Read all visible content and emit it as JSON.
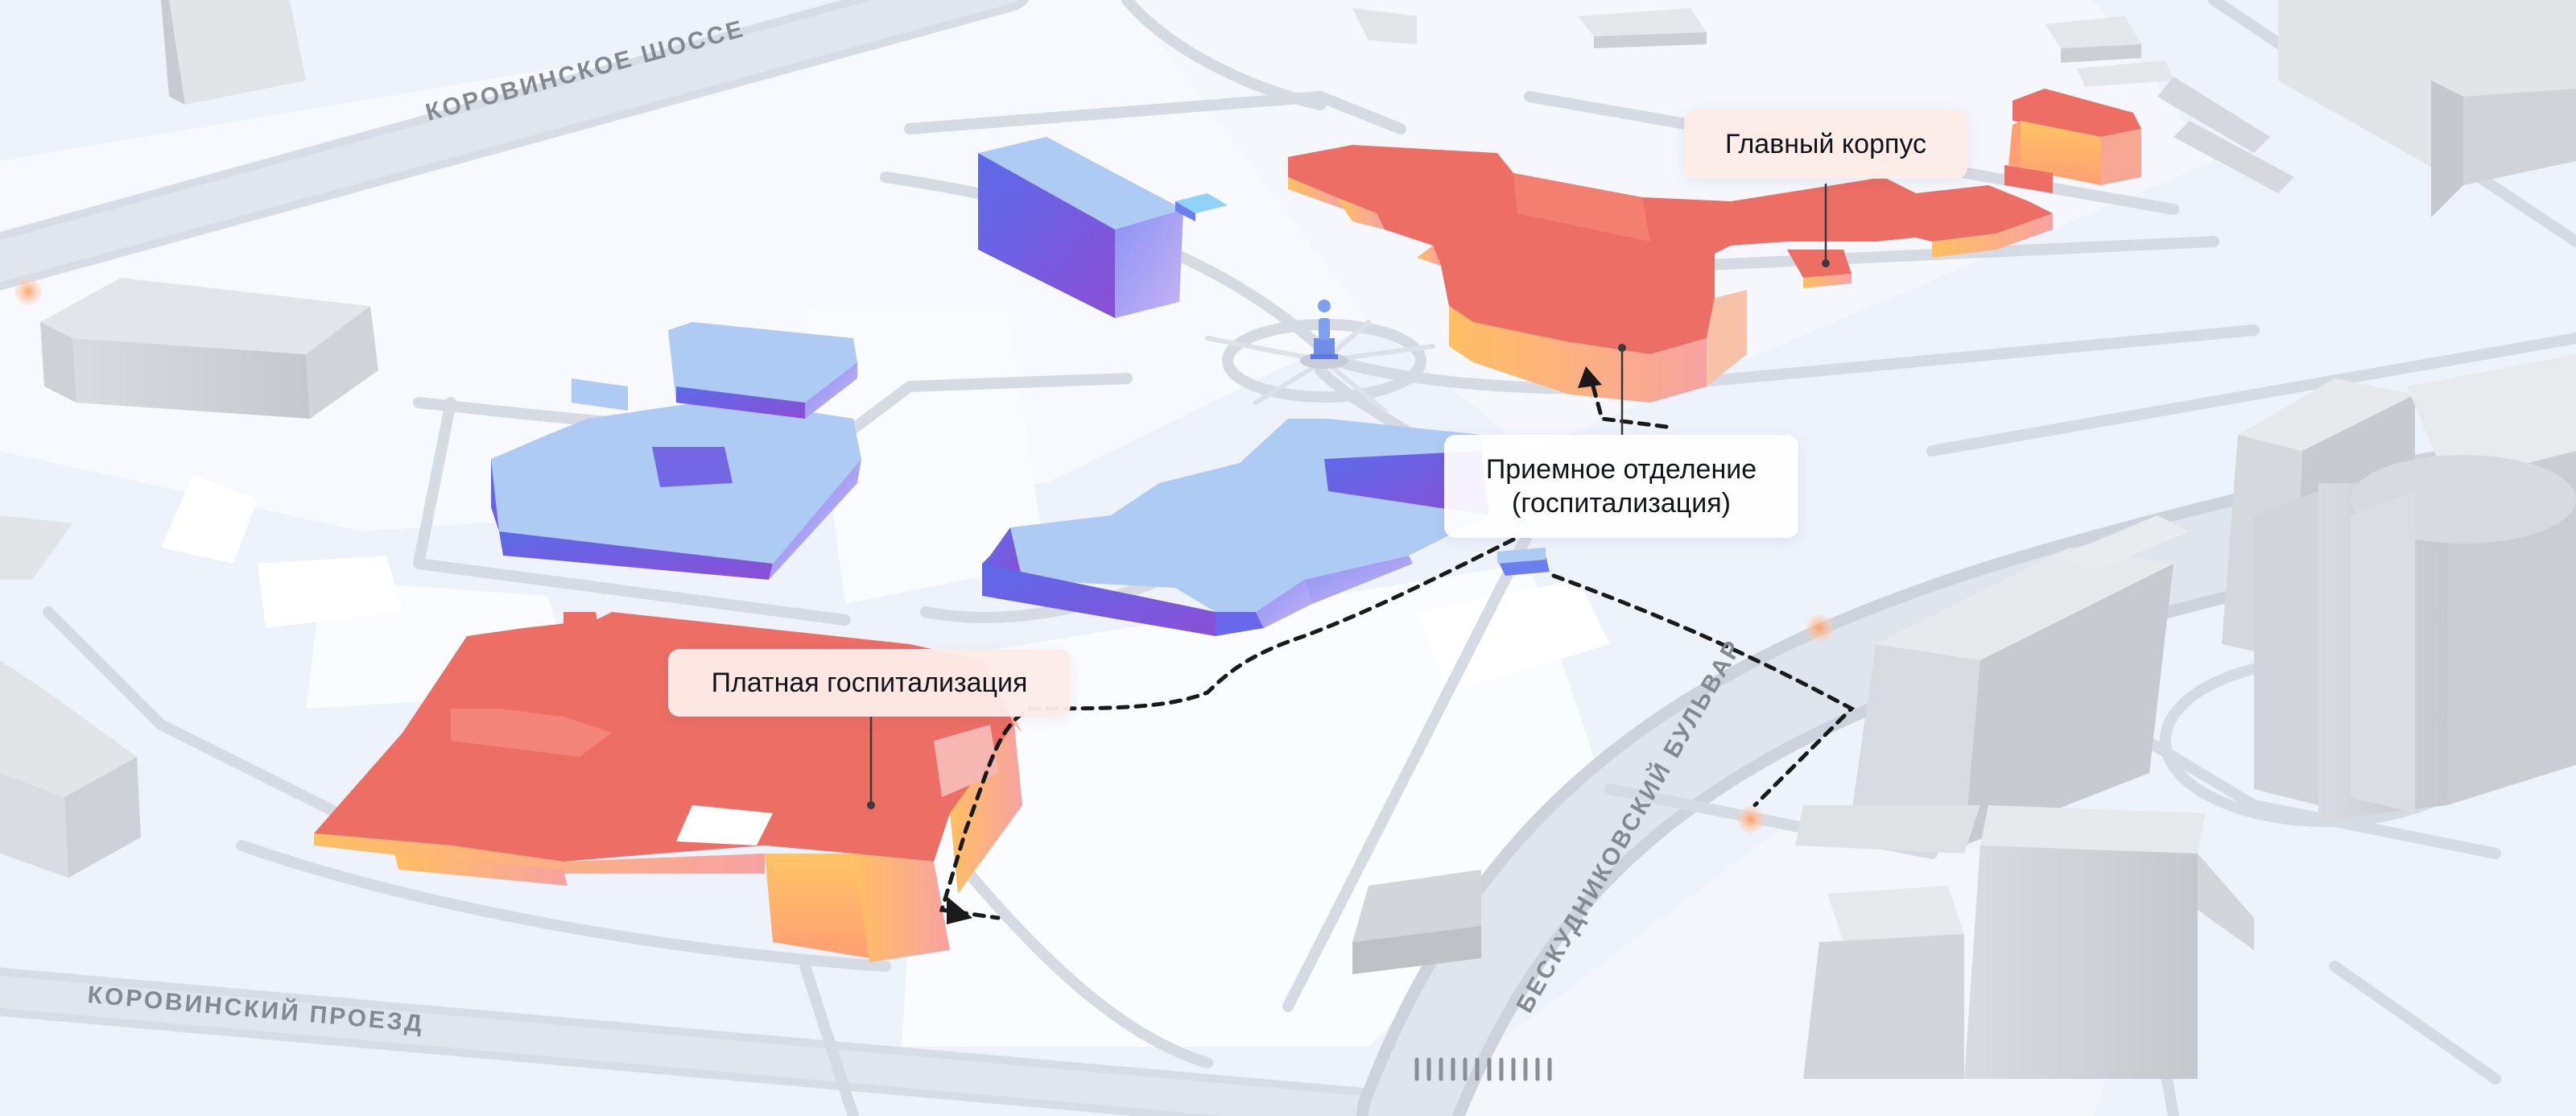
{
  "map": {
    "roads": [
      {
        "id": "korovinskoe-shosse",
        "label": "КОРОВИНСКОЕ ШОССЕ"
      },
      {
        "id": "korovinsky-proezd",
        "label": "КОРОВИНСКИЙ ПРОЕЗД"
      },
      {
        "id": "beskudnikovsky-bulvar",
        "label": "БЕСКУДНИКОВСКИЙ БУЛЬВАР"
      }
    ],
    "callouts": {
      "main_building": "Главный корпус",
      "admission_line1": "Приемное отделение",
      "admission_line2": "(госпитализация)",
      "paid_hospitalization": "Платная госпитализация"
    },
    "icons": {
      "monument": "monument-icon",
      "markers": "location-dot-icon"
    },
    "colors": {
      "background": "#eef2fb",
      "road": "#d4d9e4",
      "lawn": "#fbfcff",
      "highlight_building": "#e9675f",
      "highlight_building_side": "#ffb26b",
      "secondary_building": "#aecbf3",
      "secondary_building_side": "#7a4fe0",
      "neutral_building": "#e2e3e7",
      "neutral_building_side": "#c4c6cd",
      "route": "#1a1a1a",
      "marker": "#ffb27a"
    }
  }
}
